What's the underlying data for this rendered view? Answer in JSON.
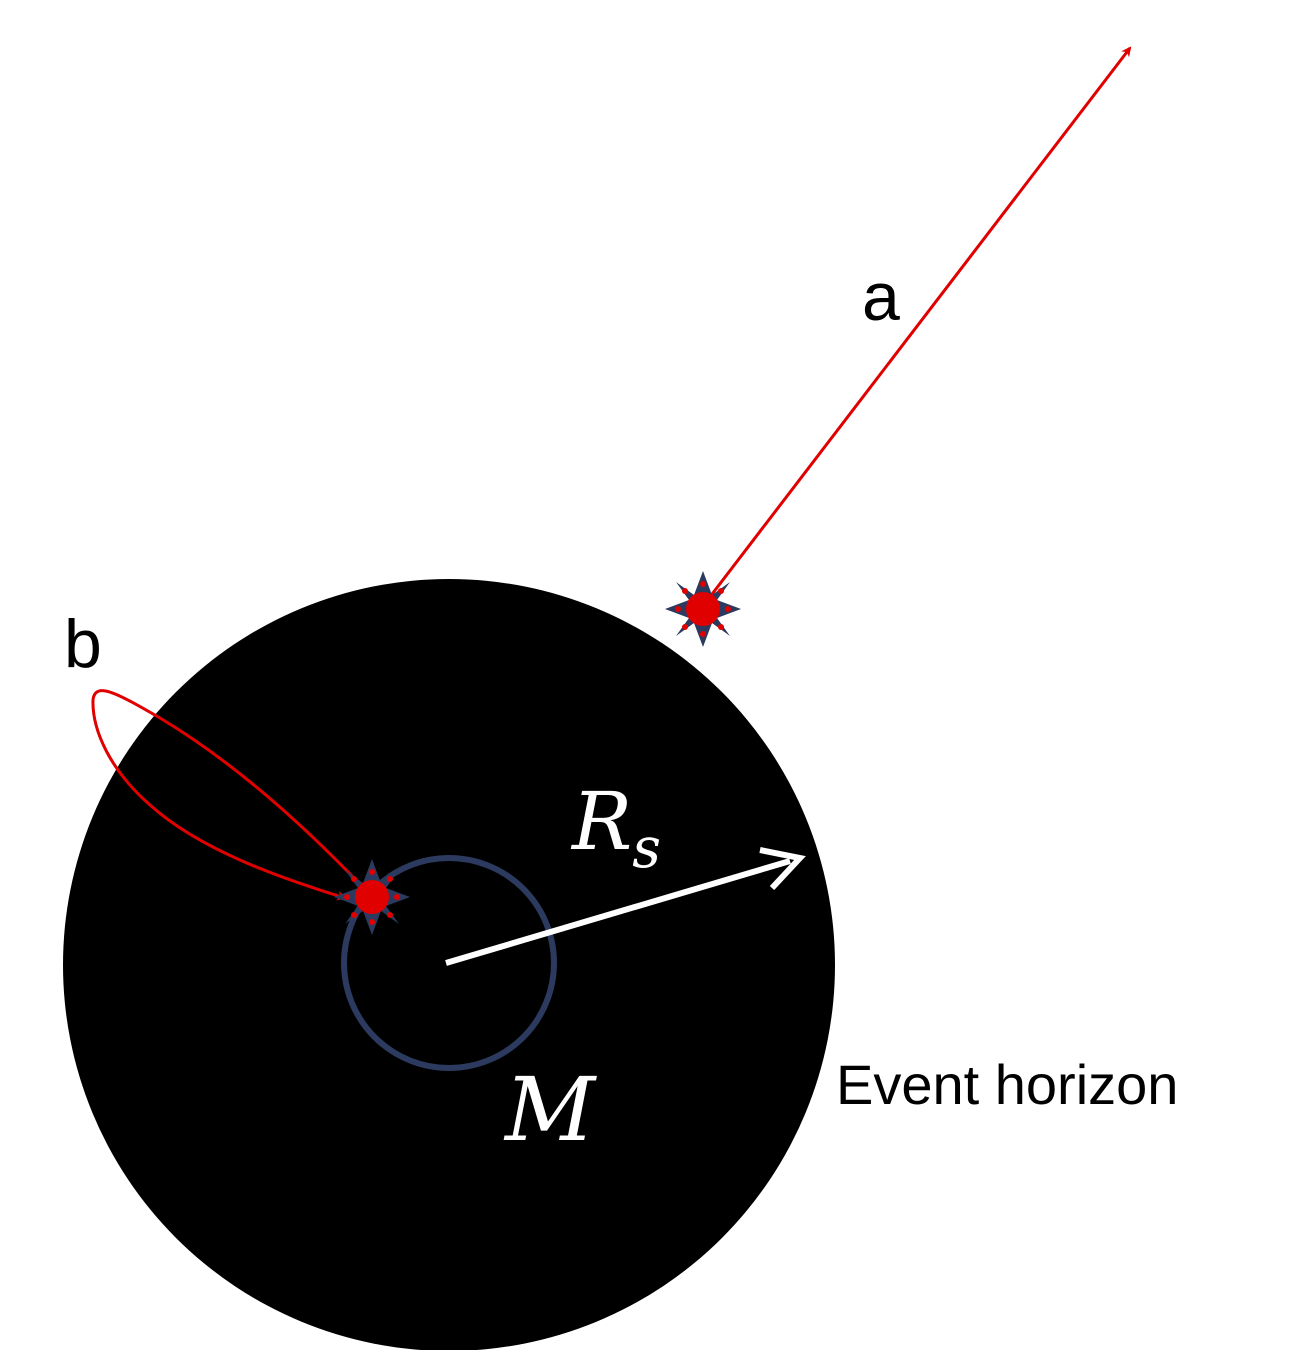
{
  "labels": {
    "a": "a",
    "b": "b",
    "rs_main": "R",
    "rs_sub": "s",
    "mass": "M",
    "event_horizon": "Event horizon"
  },
  "colors": {
    "horizon": "#000000",
    "path": "#e00000",
    "star": "#2b3a5e",
    "mass_ring": "#2b3a5e",
    "radius_arrow": "#ffffff"
  }
}
